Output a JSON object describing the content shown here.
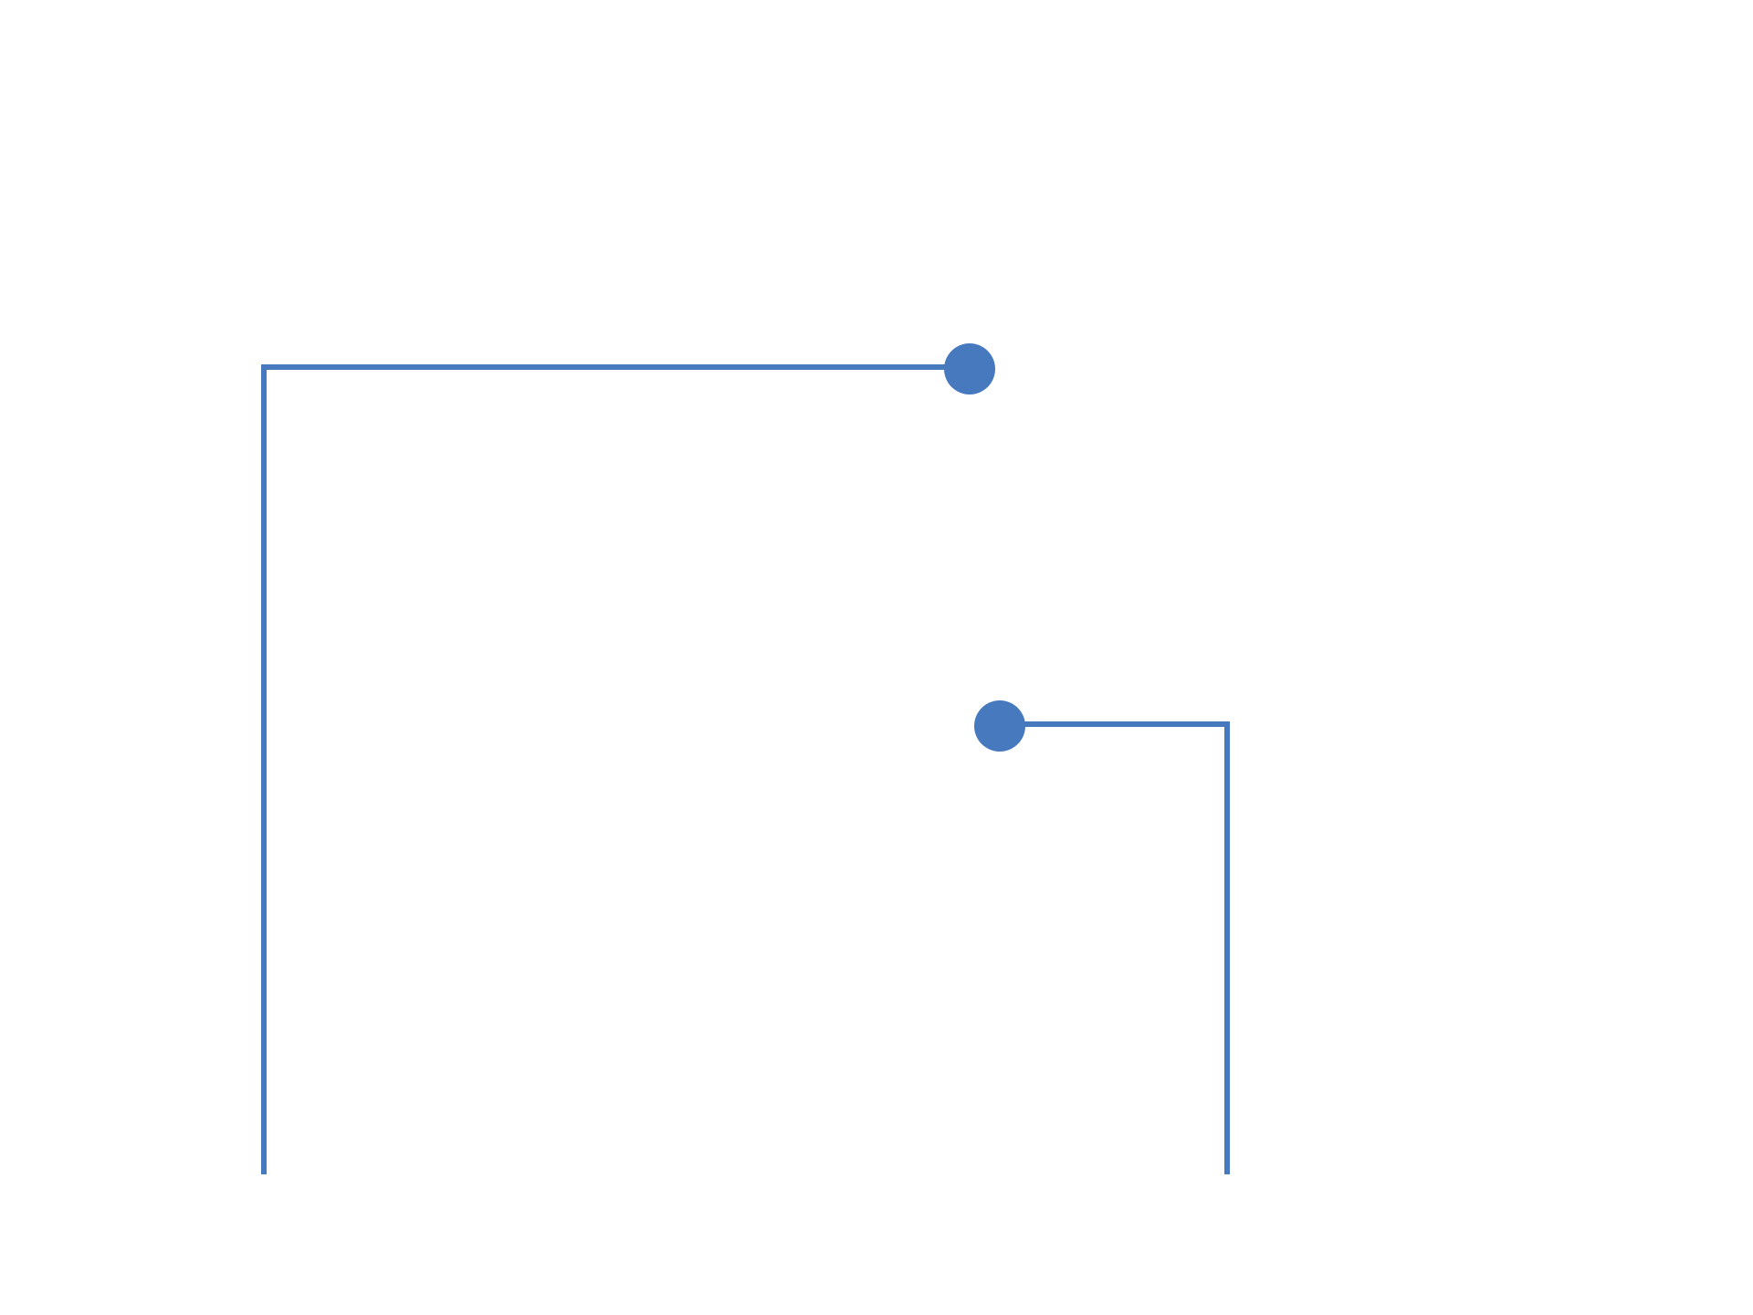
{
  "diagram": {
    "colors": {
      "background": "#ffffff",
      "stroke": "#4679be",
      "marker_fill": "#4679be"
    },
    "connectors": [
      {
        "id": "connector-upper",
        "shape": "elbow",
        "end_marker": "filled-circle"
      },
      {
        "id": "connector-lower",
        "shape": "elbow",
        "end_marker": "filled-circle"
      }
    ]
  }
}
